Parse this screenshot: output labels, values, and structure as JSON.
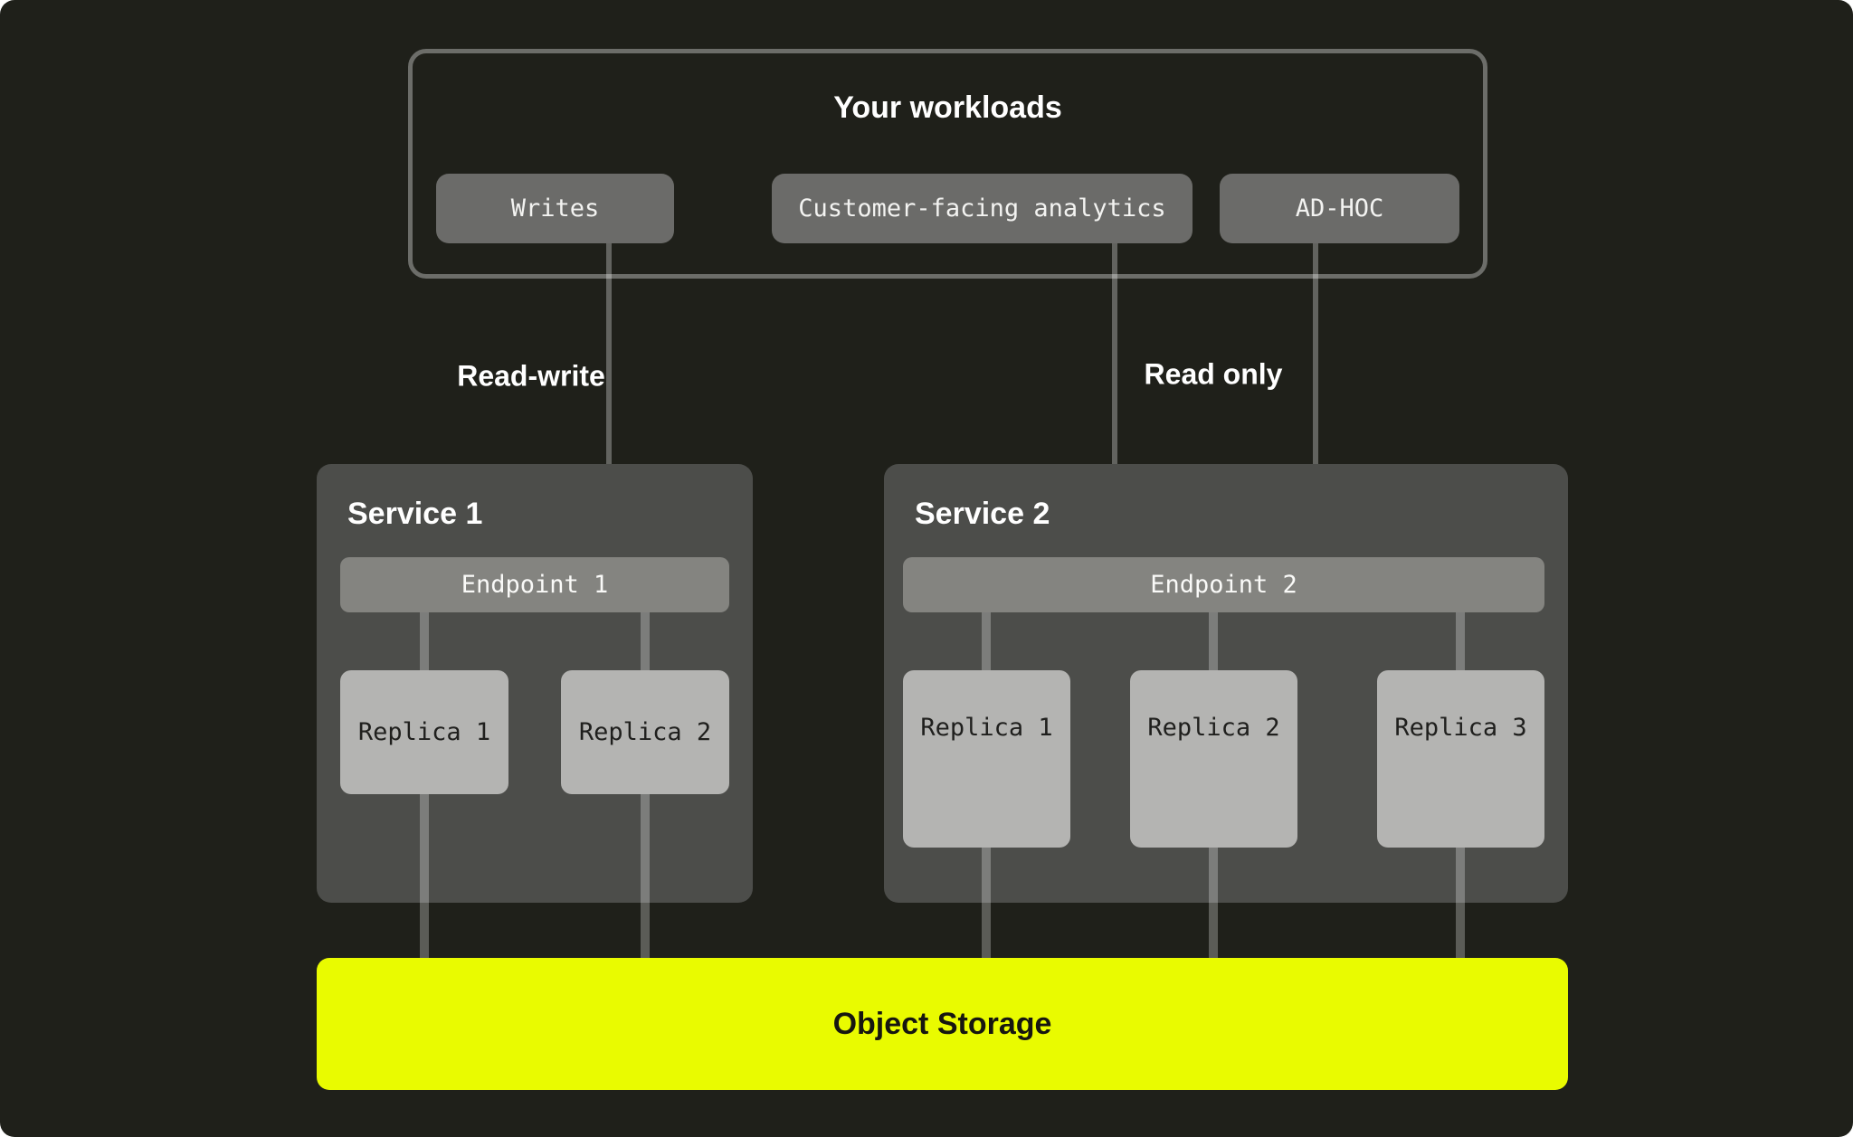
{
  "workloads": {
    "title": "Your workloads",
    "buttons": [
      {
        "label": "Writes"
      },
      {
        "label": "Customer-facing analytics"
      },
      {
        "label": "AD-HOC"
      }
    ]
  },
  "flows": {
    "read_write_label": "Read-write",
    "read_only_label": "Read only"
  },
  "services": [
    {
      "title": "Service 1",
      "endpoint": "Endpoint 1",
      "replicas": [
        "Replica 1",
        "Replica 2"
      ]
    },
    {
      "title": "Service 2",
      "endpoint": "Endpoint 2",
      "replicas": [
        "Replica 1",
        "Replica 2",
        "Replica 3"
      ]
    }
  ],
  "storage": {
    "label": "Object Storage"
  },
  "colors": {
    "background": "#1f201a",
    "panel": "#4c4d4a",
    "chip": "#6b6b69",
    "endpoint": "#848480",
    "replica": "#b4b4b2",
    "line": "rgba(255,255,255,0.28)",
    "accent_yellow": "#e9fb00",
    "text_light": "#ffffff",
    "text_dark": "#1f1f1d"
  }
}
